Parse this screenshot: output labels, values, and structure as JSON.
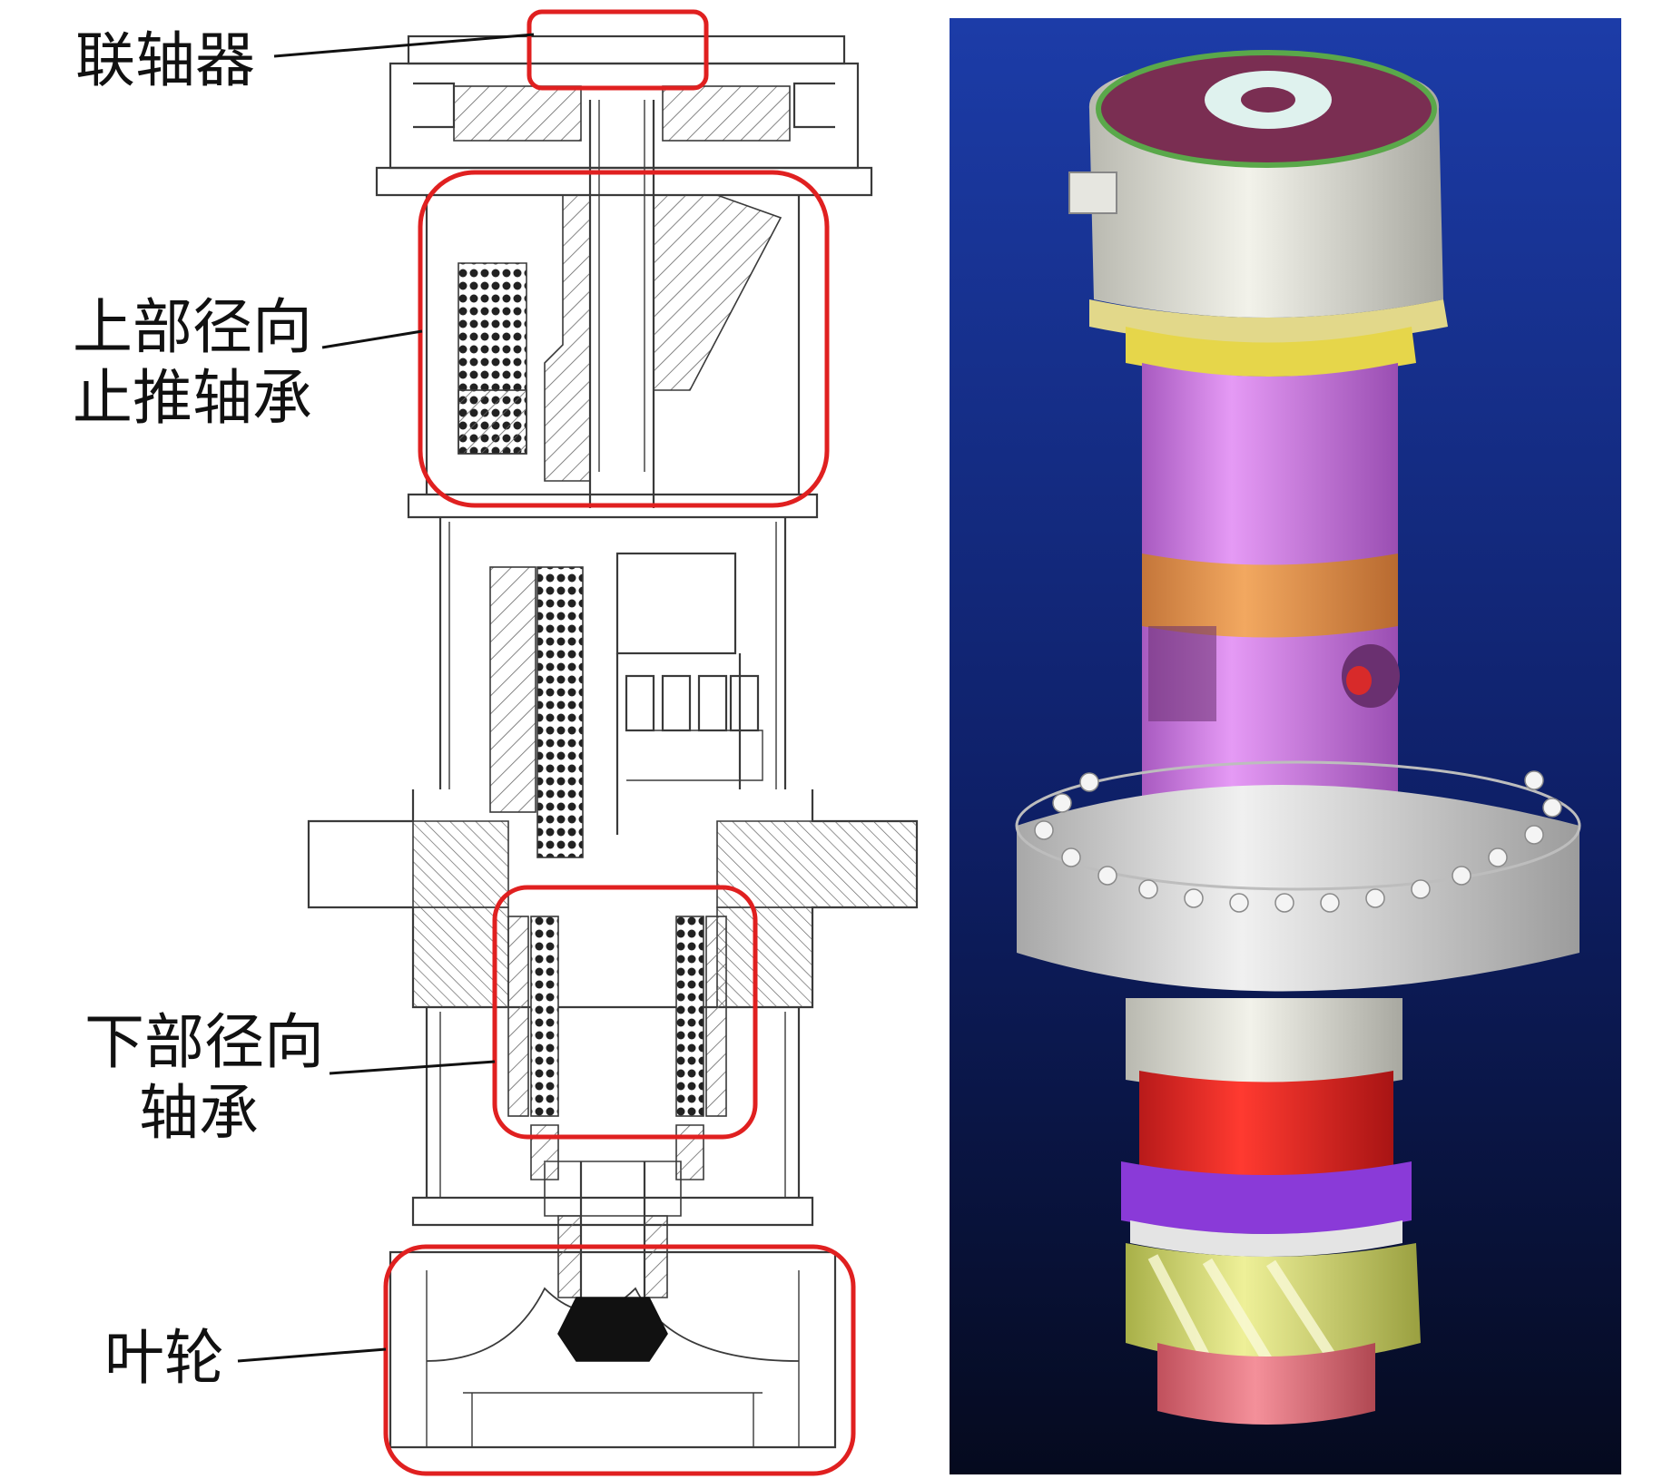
{
  "labels": {
    "coupling": "联轴器",
    "upper_bearing_line1": "上部径向",
    "upper_bearing_line2": "止推轴承",
    "lower_bearing_line1": "下部径向",
    "lower_bearing_line2": "轴承",
    "impeller": "叶轮"
  },
  "colors": {
    "highlight_box": "#e02020",
    "drawing_line": "#3a3a3a",
    "render_background_top": "#1c3ca8",
    "render_background_bottom": "#050a1e",
    "render_top_cap": "#d8d8cc",
    "render_motor_body": "#d37ae6",
    "render_orange_band": "#e8964a",
    "render_flange": "#dadada",
    "render_yellow_ring": "#e6d64a",
    "render_red_section": "#ee2a2a",
    "render_purple_ring": "#8a3ad8",
    "render_impeller": "#d6e070",
    "render_bottom_disc": "#e87a86"
  }
}
